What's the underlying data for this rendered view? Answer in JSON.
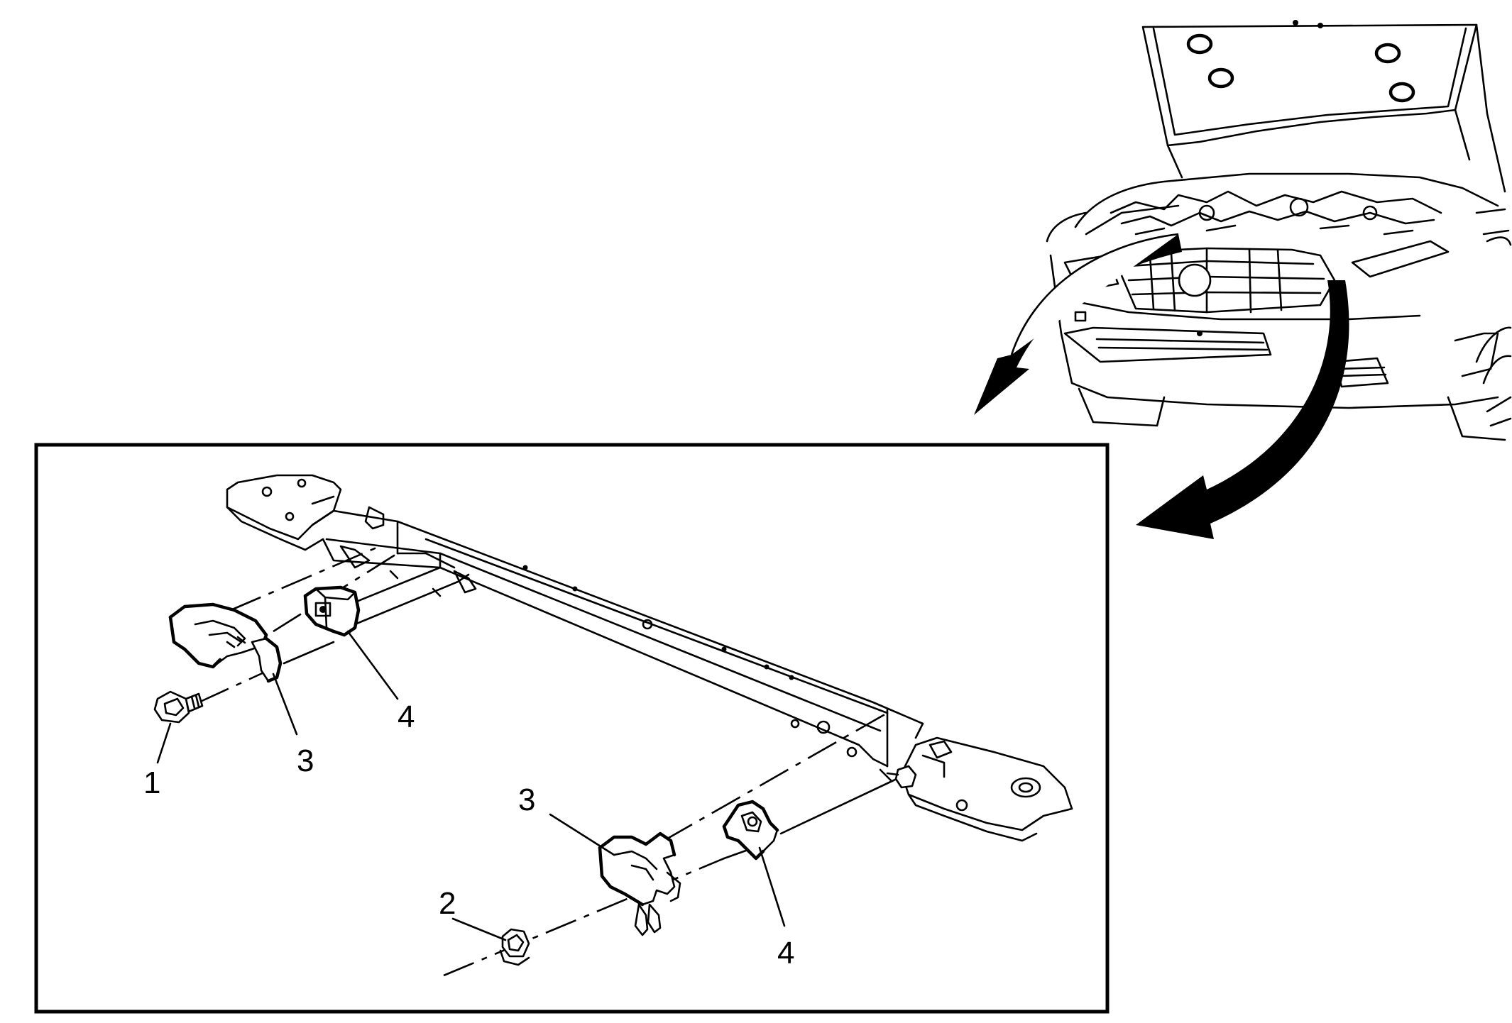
{
  "callouts": [
    {
      "id": "c1",
      "label": "1"
    },
    {
      "id": "c2",
      "label": "2"
    },
    {
      "id": "c3a",
      "label": "3"
    },
    {
      "id": "c3b",
      "label": "3"
    },
    {
      "id": "c4a",
      "label": "4"
    },
    {
      "id": "c4b",
      "label": "4"
    }
  ],
  "colors": {
    "line": "#000000",
    "background": "#ffffff"
  }
}
